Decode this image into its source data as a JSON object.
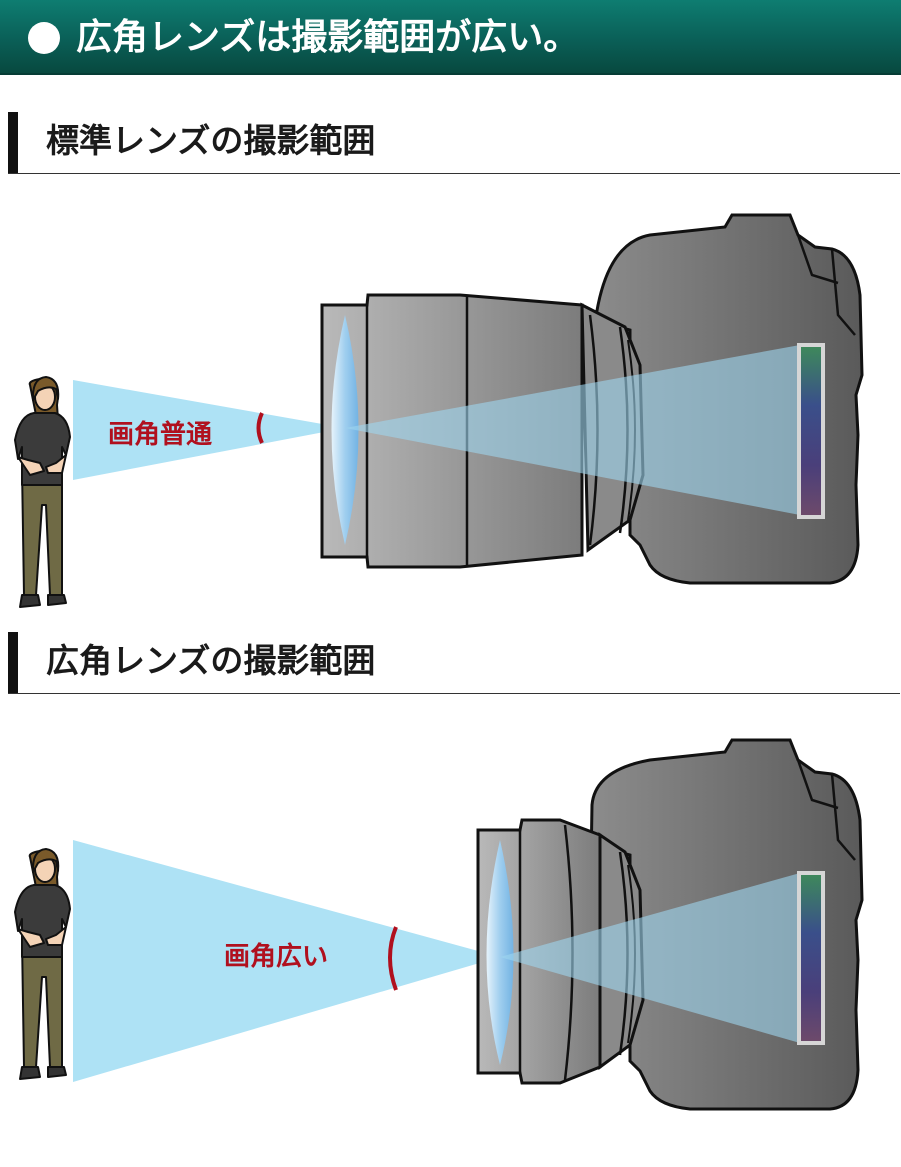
{
  "banner": {
    "title": "広角レンズは撮影範囲が広い。"
  },
  "sections": [
    {
      "title": "標準レンズの撮影範囲",
      "angle_label": "画角普通"
    },
    {
      "title": "広角レンズの撮影範囲",
      "angle_label": "画角広い"
    }
  ],
  "colors": {
    "banner": "#0a5f57",
    "accent_red": "#b0101e",
    "field_of_view": "#aee2f5",
    "camera_body": "#6f6f6f"
  }
}
